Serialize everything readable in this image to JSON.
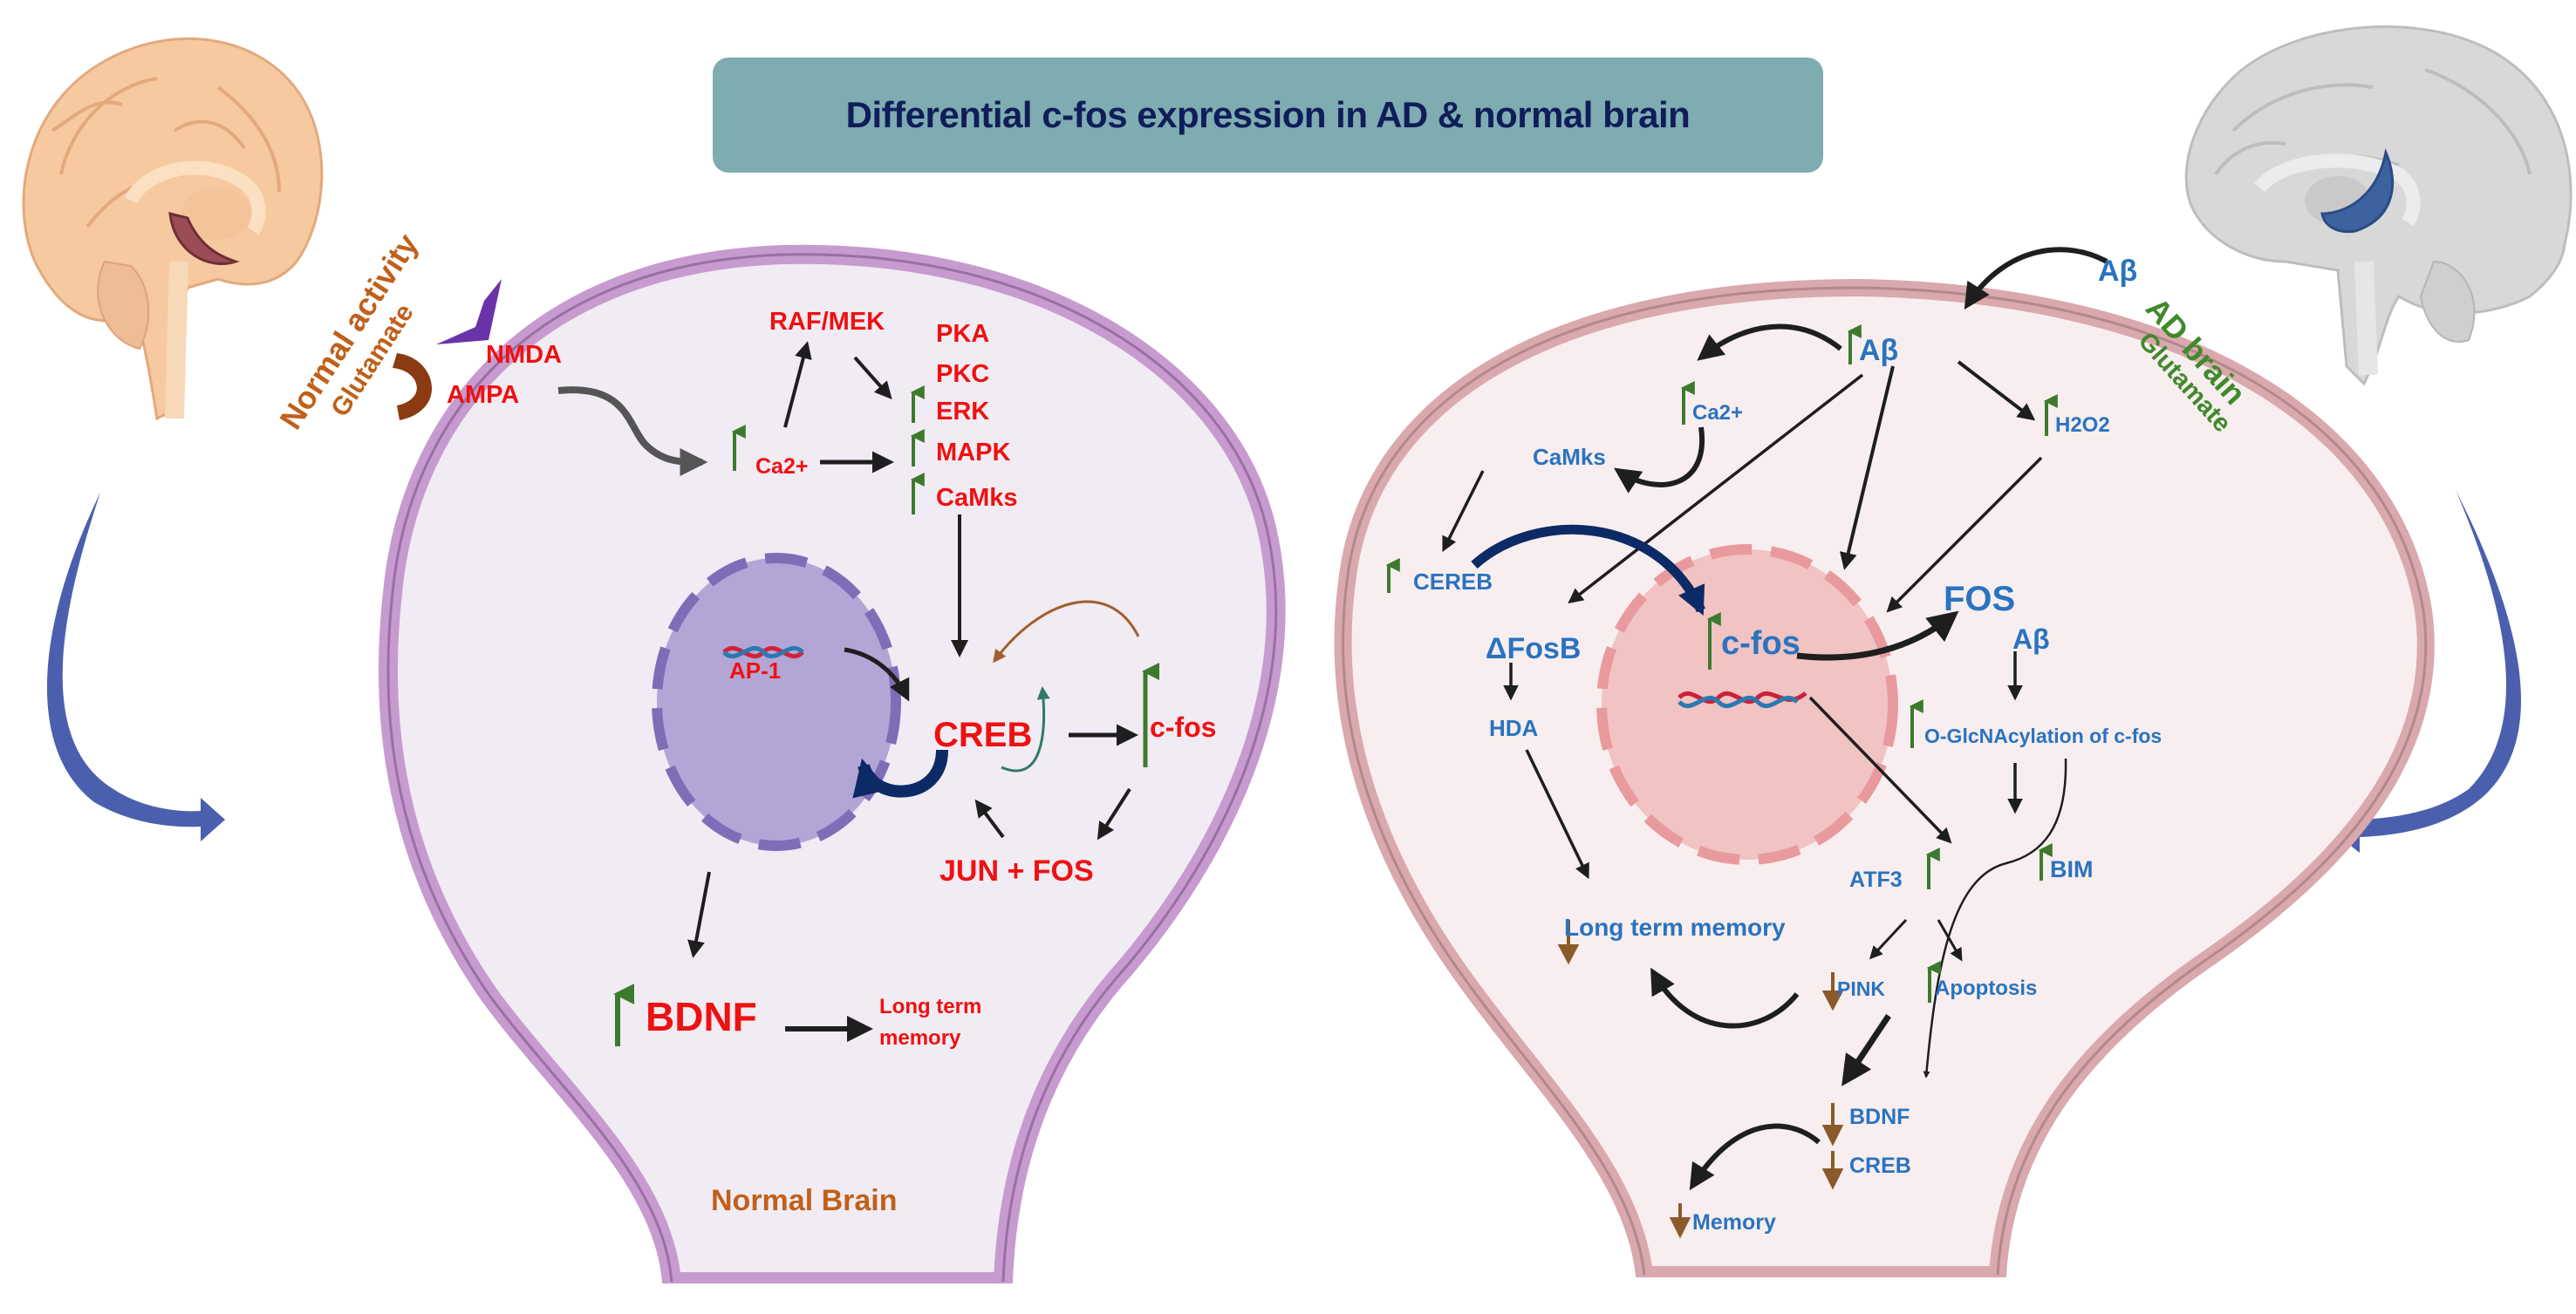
{
  "title": "Differential c-fos expression in AD & normal brain",
  "colors": {
    "title_box": "#7eacb0",
    "title_text": "#0f1d5a",
    "normal_text": "#ee1111",
    "ad_text": "#2a73bf",
    "normal_label": "#c0601a",
    "ad_label": "#3f8a2a",
    "up_arrow": "#3c7a2e",
    "down_arrow": "#8a5a2a",
    "side_arrow": "#4a5fae",
    "normal_cell_fill": "#f1ebf3",
    "normal_cell_membrane": "#c79bcf",
    "normal_nucleus": "#b3a6d6",
    "ad_cell_fill": "#f8eeef",
    "ad_cell_membrane": "#d9a9ad",
    "ad_nucleus": "#f1c3c3"
  },
  "normal": {
    "side_label_1": "Normal activity",
    "side_label_2": "Glutamate",
    "receptors": [
      "NMDA",
      "AMPA"
    ],
    "ca": "Ca2+",
    "raf_mek": "RAF/MEK",
    "kinases": [
      "PKA",
      "PKC",
      "ERK",
      "MAPK",
      "CaMks"
    ],
    "ap1": "AP-1",
    "creb": "CREB",
    "cfos": "c-fos",
    "jun_fos": "JUN + FOS",
    "bdnf": "BDNF",
    "ltm_1": "Long term",
    "ltm_2": "memory",
    "cell_label": "Normal Brain"
  },
  "ad": {
    "side_label_1": "AD brain",
    "side_label_2": "Glutamate",
    "abeta_outside": "Aβ",
    "abeta": "Aβ",
    "ca": "Ca2+",
    "h2o2": "H2O2",
    "camks": "CaMks",
    "cereb": "CEREB",
    "dfosb": "ΔFosB",
    "hda": "HDA",
    "cfos": "c-fos",
    "fos": "FOS",
    "abeta_2": "Aβ",
    "oglc": "O-GlcNAcylation of c-fos",
    "atf3": "ATF3",
    "bim": "BIM",
    "ltm": "Long term memory",
    "pink": "PINK",
    "apoptosis": "Apoptosis",
    "bdnf": "BDNF",
    "creb": "CREB",
    "memory": "Memory"
  },
  "icons": {
    "normal_brain": "brain-sagittal-icon",
    "ad_brain": "brain-sagittal-icon",
    "dna": "dna-helix-icon"
  }
}
